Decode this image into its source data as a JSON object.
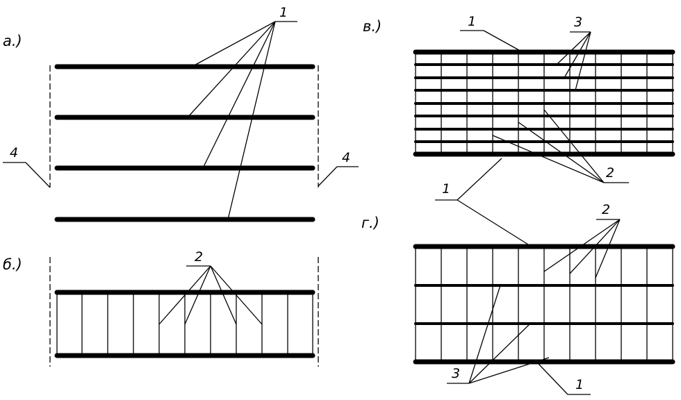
{
  "panels": {
    "a": "а.)",
    "b": "б.)",
    "v": "в.)",
    "g": "г.)"
  },
  "callouts": {
    "one_top": "1",
    "four_left": "4",
    "four_right": "4",
    "two_b": "2",
    "one_v": "1",
    "three_v": "3",
    "two_v": "2",
    "one_mid": "1",
    "two_g": "2",
    "three_g": "3",
    "one_bottom": "1"
  }
}
